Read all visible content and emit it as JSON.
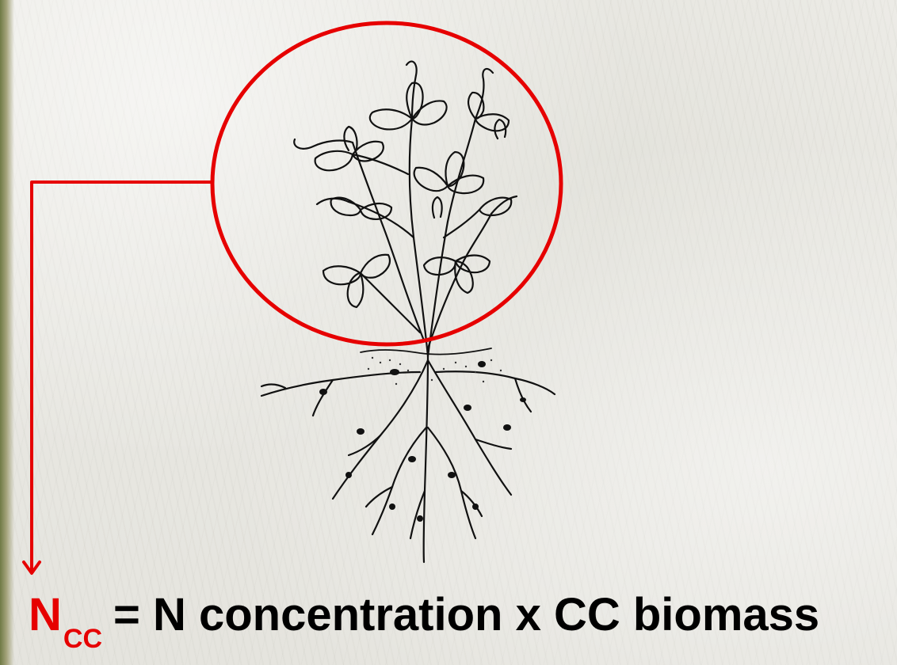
{
  "formula": {
    "symbol": "N",
    "subscript": "CC",
    "rhs": "= N concentration x CC biomass"
  },
  "colors": {
    "accent": "#e60000",
    "text": "#000000",
    "drawing": "#111111"
  },
  "icons": {
    "plant": "legume-plant-with-nodulated-roots",
    "circle": "red-highlight-circle",
    "arrow": "red-elbow-arrow-down"
  }
}
